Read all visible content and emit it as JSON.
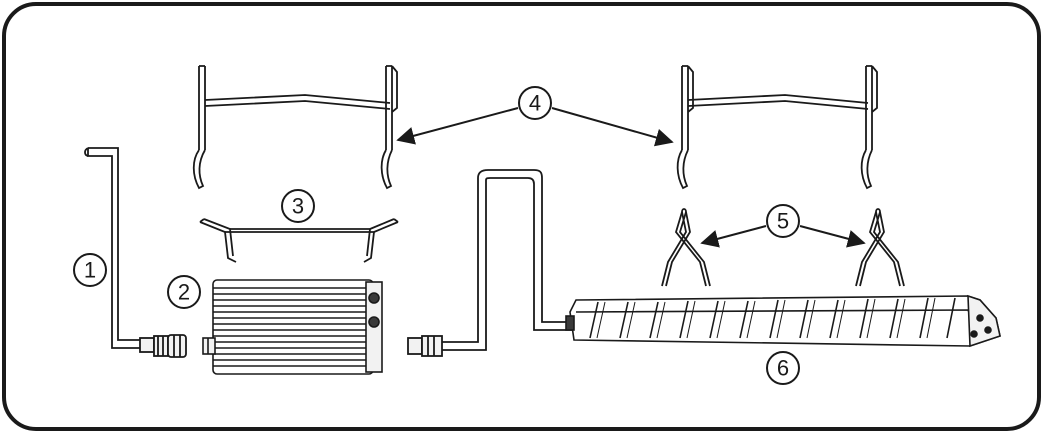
{
  "diagram": {
    "colors": {
      "stroke": "#1a1a1a",
      "fill_light": "#f2f2f2",
      "fill_dark": "#3a3a3a",
      "background": "#ffffff"
    },
    "callouts": [
      {
        "id": "1",
        "label": "1"
      },
      {
        "id": "2",
        "label": "2"
      },
      {
        "id": "3",
        "label": "3"
      },
      {
        "id": "4",
        "label": "4"
      },
      {
        "id": "5",
        "label": "5"
      },
      {
        "id": "6",
        "label": "6"
      }
    ]
  }
}
